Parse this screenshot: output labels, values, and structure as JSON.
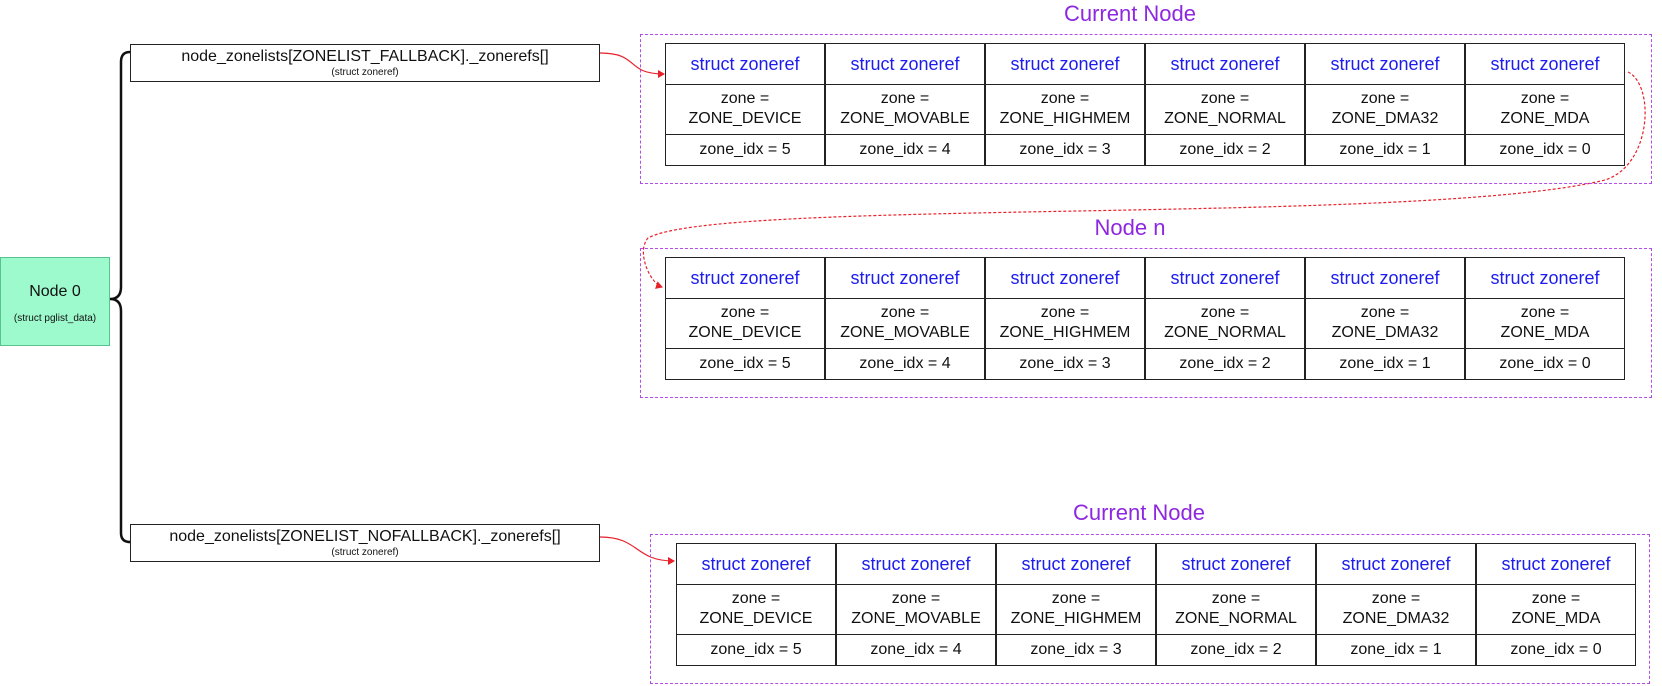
{
  "node": {
    "title": "Node 0",
    "subtitle": "(struct pglist_data)"
  },
  "fallback_list": {
    "title": "node_zonelists[ZONELIST_FALLBACK]._zonerefs[]",
    "subtitle": "(struct zoneref)"
  },
  "nofallback_list": {
    "title": "node_zonelists[ZONELIST_NOFALLBACK]._zonerefs[]",
    "subtitle": "(struct zoneref)"
  },
  "groups": [
    {
      "title": "Current Node",
      "cells": [
        {
          "header": "struct zoneref",
          "zone_line1": "zone =",
          "zone_line2": "ZONE_DEVICE",
          "idx": "zone_idx = 5"
        },
        {
          "header": "struct zoneref",
          "zone_line1": "zone =",
          "zone_line2": "ZONE_MOVABLE",
          "idx": "zone_idx = 4"
        },
        {
          "header": "struct zoneref",
          "zone_line1": "zone =",
          "zone_line2": "ZONE_HIGHMEM",
          "idx": "zone_idx = 3"
        },
        {
          "header": "struct zoneref",
          "zone_line1": "zone =",
          "zone_line2": "ZONE_NORMAL",
          "idx": "zone_idx = 2"
        },
        {
          "header": "struct zoneref",
          "zone_line1": "zone =",
          "zone_line2": "ZONE_DMA32",
          "idx": "zone_idx = 1"
        },
        {
          "header": "struct zoneref",
          "zone_line1": "zone =",
          "zone_line2": "ZONE_MDA",
          "idx": "zone_idx = 0"
        }
      ]
    },
    {
      "title": "Node n",
      "cells": [
        {
          "header": "struct zoneref",
          "zone_line1": "zone =",
          "zone_line2": "ZONE_DEVICE",
          "idx": "zone_idx = 5"
        },
        {
          "header": "struct zoneref",
          "zone_line1": "zone =",
          "zone_line2": "ZONE_MOVABLE",
          "idx": "zone_idx = 4"
        },
        {
          "header": "struct zoneref",
          "zone_line1": "zone =",
          "zone_line2": "ZONE_HIGHMEM",
          "idx": "zone_idx = 3"
        },
        {
          "header": "struct zoneref",
          "zone_line1": "zone =",
          "zone_line2": "ZONE_NORMAL",
          "idx": "zone_idx = 2"
        },
        {
          "header": "struct zoneref",
          "zone_line1": "zone =",
          "zone_line2": "ZONE_DMA32",
          "idx": "zone_idx = 1"
        },
        {
          "header": "struct zoneref",
          "zone_line1": "zone =",
          "zone_line2": "ZONE_MDA",
          "idx": "zone_idx = 0"
        }
      ]
    },
    {
      "title": "Current Node",
      "cells": [
        {
          "header": "struct zoneref",
          "zone_line1": "zone =",
          "zone_line2": "ZONE_DEVICE",
          "idx": "zone_idx = 5"
        },
        {
          "header": "struct zoneref",
          "zone_line1": "zone =",
          "zone_line2": "ZONE_MOVABLE",
          "idx": "zone_idx = 4"
        },
        {
          "header": "struct zoneref",
          "zone_line1": "zone =",
          "zone_line2": "ZONE_HIGHMEM",
          "idx": "zone_idx = 3"
        },
        {
          "header": "struct zoneref",
          "zone_line1": "zone =",
          "zone_line2": "ZONE_NORMAL",
          "idx": "zone_idx = 2"
        },
        {
          "header": "struct zoneref",
          "zone_line1": "zone =",
          "zone_line2": "ZONE_DMA32",
          "idx": "zone_idx = 1"
        },
        {
          "header": "struct zoneref",
          "zone_line1": "zone =",
          "zone_line2": "ZONE_MDA",
          "idx": "zone_idx = 0"
        }
      ]
    }
  ],
  "colors": {
    "node_fill": "#9dfacd",
    "group_border": "#b44de8",
    "group_title": "#8e27e0",
    "header_text": "#1c1cf0",
    "arrow": "#e8202a"
  }
}
